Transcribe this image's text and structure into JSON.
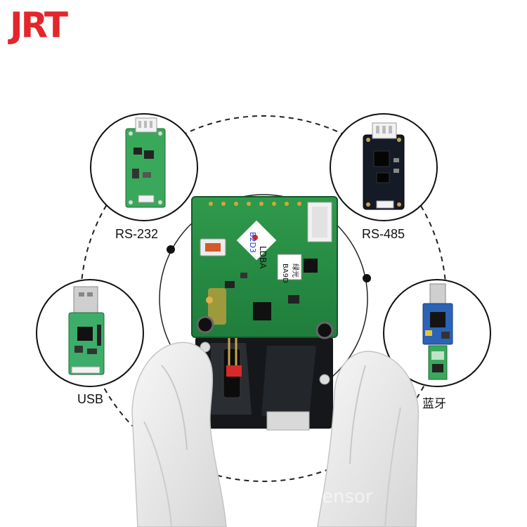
{
  "brand": {
    "logo_text": "JRT",
    "logo_color": "#e3262b"
  },
  "interfaces": [
    {
      "id": "rs232",
      "label": "RS-232"
    },
    {
      "id": "rs485",
      "label": "RS-485"
    },
    {
      "id": "usb",
      "label": "USB"
    },
    {
      "id": "bluetooth",
      "label": "蓝牙"
    }
  ],
  "module_markings": {
    "line1": "LDBA",
    "line2": "B2D3",
    "line3": "BA9D",
    "line4": "绿光"
  },
  "watermark": "ensor"
}
